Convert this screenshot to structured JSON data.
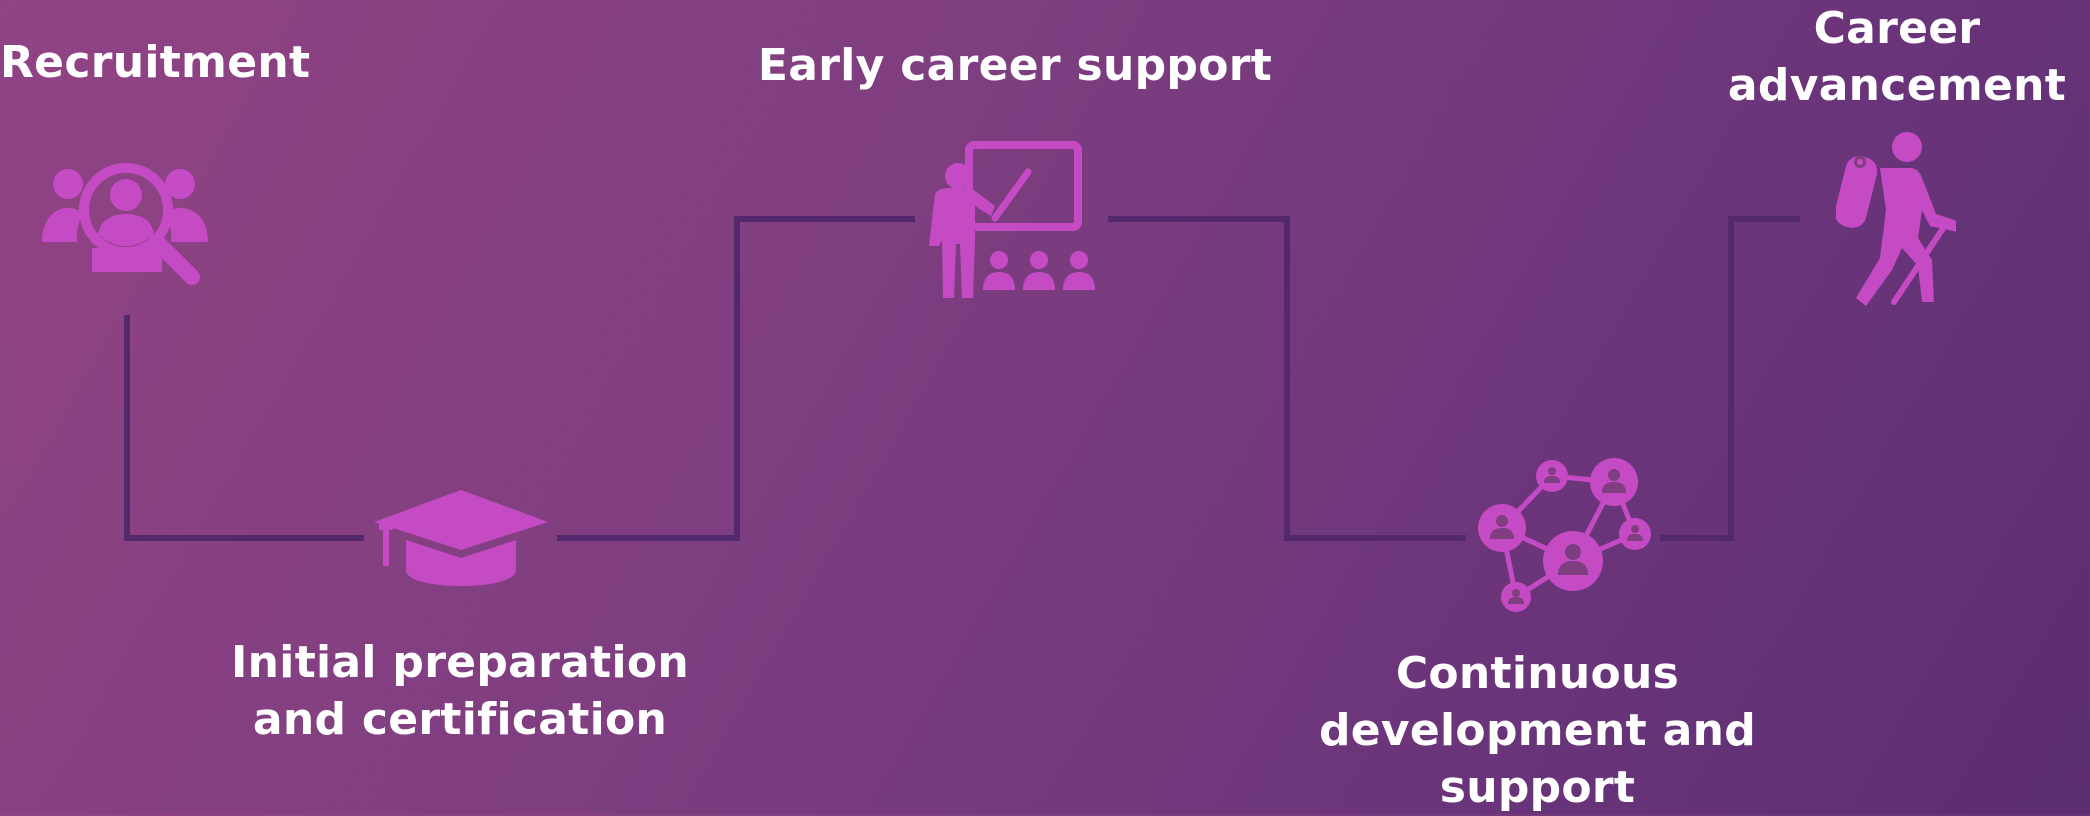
{
  "diagram": {
    "accent_color": "#c54bc4",
    "connector_color": "#54286d",
    "steps": [
      {
        "label": "Recruitment",
        "icon": "recruitment-search-icon"
      },
      {
        "label": "Initial preparation\nand certification",
        "icon": "graduation-cap-icon"
      },
      {
        "label": "Early career support",
        "icon": "teacher-presentation-icon"
      },
      {
        "label": "Continuous\ndevelopment and\nsupport",
        "icon": "network-people-icon"
      },
      {
        "label": "Career\nadvancement",
        "icon": "hiker-icon"
      }
    ]
  }
}
